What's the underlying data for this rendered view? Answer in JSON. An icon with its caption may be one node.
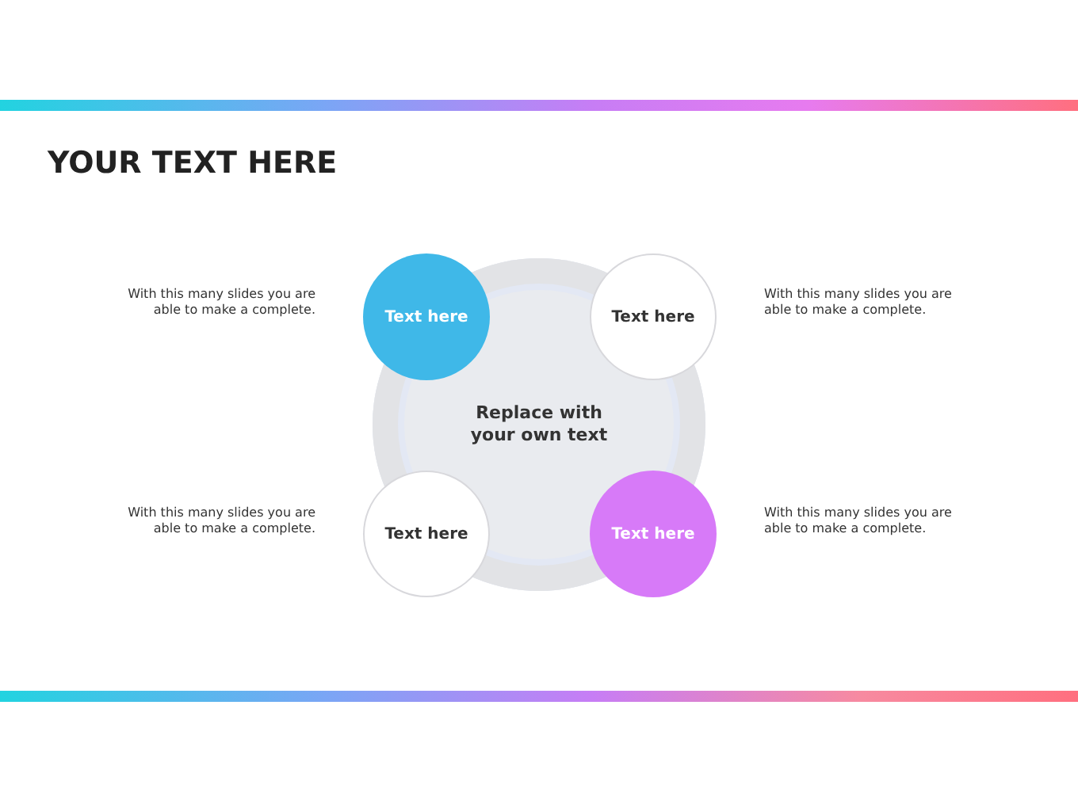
{
  "diagram": {
    "title": "YOUR TEXT HERE",
    "nodes": [
      {
        "text": [
          "Replace with your own text"
        ]
      },
      {
        "text": [
          "Text here"
        ],
        "beside": [
          "With this many slides you are able to make a complete."
        ]
      },
      {
        "text": [
          "Text here"
        ],
        "beside": [
          "With this many slides you are able to make a complete."
        ]
      },
      {
        "text": [
          "Text here"
        ],
        "beside": [
          "With this many slides you are able to make a complete."
        ]
      },
      {
        "text": [
          "Text here"
        ],
        "beside": [
          "With this many slides you are able to make a complete."
        ]
      }
    ],
    "edges": []
  }
}
